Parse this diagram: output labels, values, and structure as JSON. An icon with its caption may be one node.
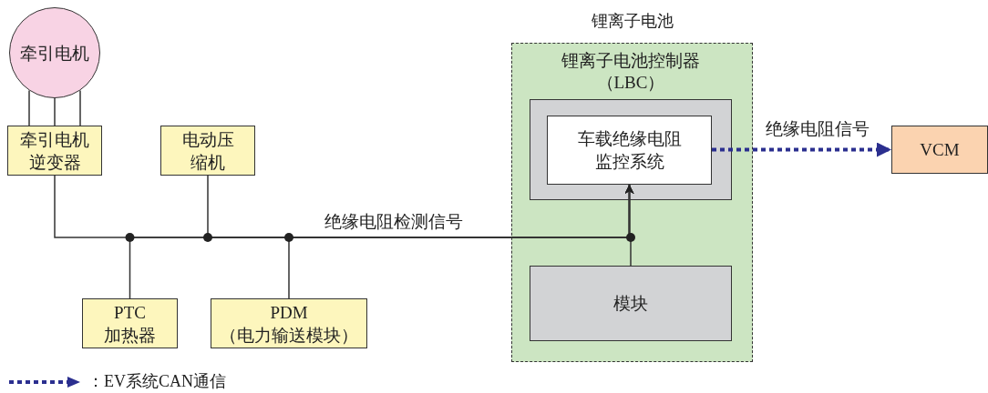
{
  "diagram": {
    "nodes": [
      {
        "text": [
          "牵引电机"
        ]
      },
      {
        "text": [
          "牵引电机逆变器"
        ]
      },
      {
        "text": [
          "电动压缩机"
        ]
      },
      {
        "text": [
          "PTC",
          "加热器"
        ]
      },
      {
        "text": [
          "PDM",
          "（电力输送模块）"
        ]
      },
      {
        "text": [
          "锂离子电池"
        ]
      },
      {
        "text": [
          "锂离子电池控制器",
          "（LBC）"
        ],
        "in": 5
      },
      {
        "text": [
          "车载绝缘电阻监控系统"
        ],
        "in": 6
      },
      {
        "text": [
          "模块"
        ],
        "in": 5
      },
      {
        "text": [
          "VCM"
        ]
      }
    ],
    "edges": [
      {
        "from": 0,
        "to": 1,
        "arrow": "none"
      },
      {
        "from": 0,
        "to": 1,
        "arrow": "none"
      },
      {
        "from": 0,
        "to": 1,
        "arrow": "none"
      },
      {
        "from": 1,
        "to": 7,
        "arrow": "to",
        "label": "绝缘电阻检测信号"
      },
      {
        "from": 2,
        "to": 7,
        "arrow": "to"
      },
      {
        "from": 3,
        "to": 7,
        "arrow": "to"
      },
      {
        "from": 4,
        "to": 7,
        "arrow": "to"
      },
      {
        "from": 8,
        "to": 7,
        "arrow": "to"
      },
      {
        "from": 7,
        "to": 9,
        "arrow": "to",
        "label": "绝缘电阻信号",
        "style": "dashed",
        "color": "#2b2f8f"
      }
    ],
    "legend": [
      {
        "text": "：EV系统CAN通信"
      }
    ]
  }
}
